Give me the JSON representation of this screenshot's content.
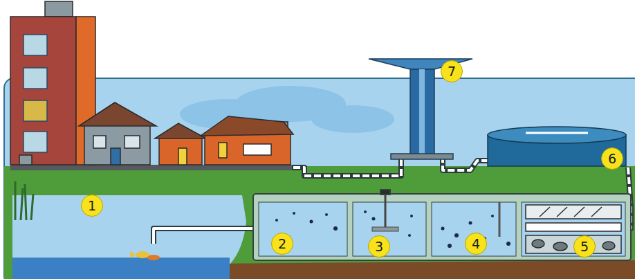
{
  "diagram": {
    "labels": [
      "1",
      "2",
      "3",
      "4",
      "5",
      "6",
      "7"
    ]
  }
}
